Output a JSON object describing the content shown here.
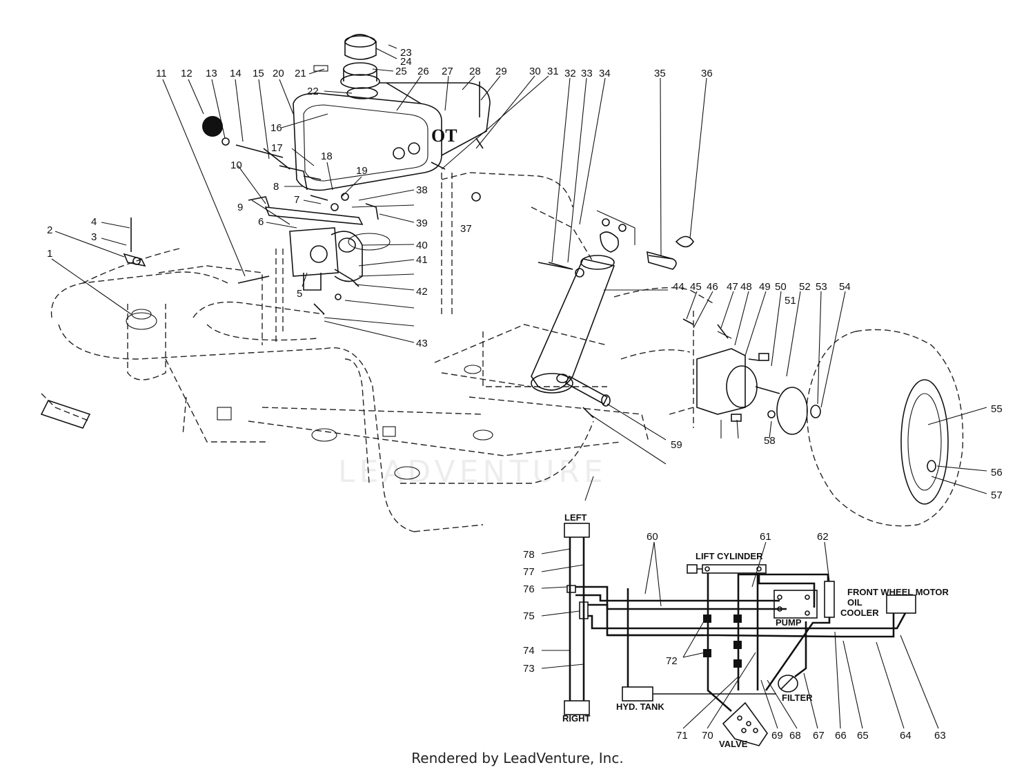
{
  "watermark": "LEADVENTURE",
  "credit": "Rendered by LeadVenture, Inc.",
  "callouts": [
    "1",
    "2",
    "3",
    "4",
    "5",
    "6",
    "7",
    "8",
    "9",
    "10",
    "11",
    "12",
    "13",
    "14",
    "15",
    "16",
    "17",
    "18",
    "19",
    "20",
    "21",
    "22",
    "23",
    "24",
    "25",
    "26",
    "27",
    "28",
    "29",
    "30",
    "31",
    "32",
    "33",
    "34",
    "35",
    "36",
    "37",
    "38",
    "39",
    "40",
    "41",
    "42",
    "43",
    "44",
    "45",
    "46",
    "47",
    "48",
    "49",
    "50",
    "51",
    "52",
    "53",
    "54",
    "55",
    "56",
    "57",
    "58",
    "59",
    "60",
    "61",
    "62",
    "63",
    "64",
    "65",
    "66",
    "67",
    "68",
    "69",
    "70",
    "71",
    "72",
    "73",
    "74",
    "75",
    "76",
    "77",
    "78"
  ],
  "tank_emblem": "OT",
  "schematic": {
    "left": "LEFT",
    "right": "RIGHT",
    "lift_cylinder": "LIFT CYLINDER",
    "front_wheel_motor": "FRONT  WHEEL MOTOR",
    "oil": "OIL",
    "cooler": "COOLER",
    "pump": "PUMP",
    "hyd_tank": "HYD. TANK",
    "filter": "FILTER",
    "valve": "VALVE"
  }
}
